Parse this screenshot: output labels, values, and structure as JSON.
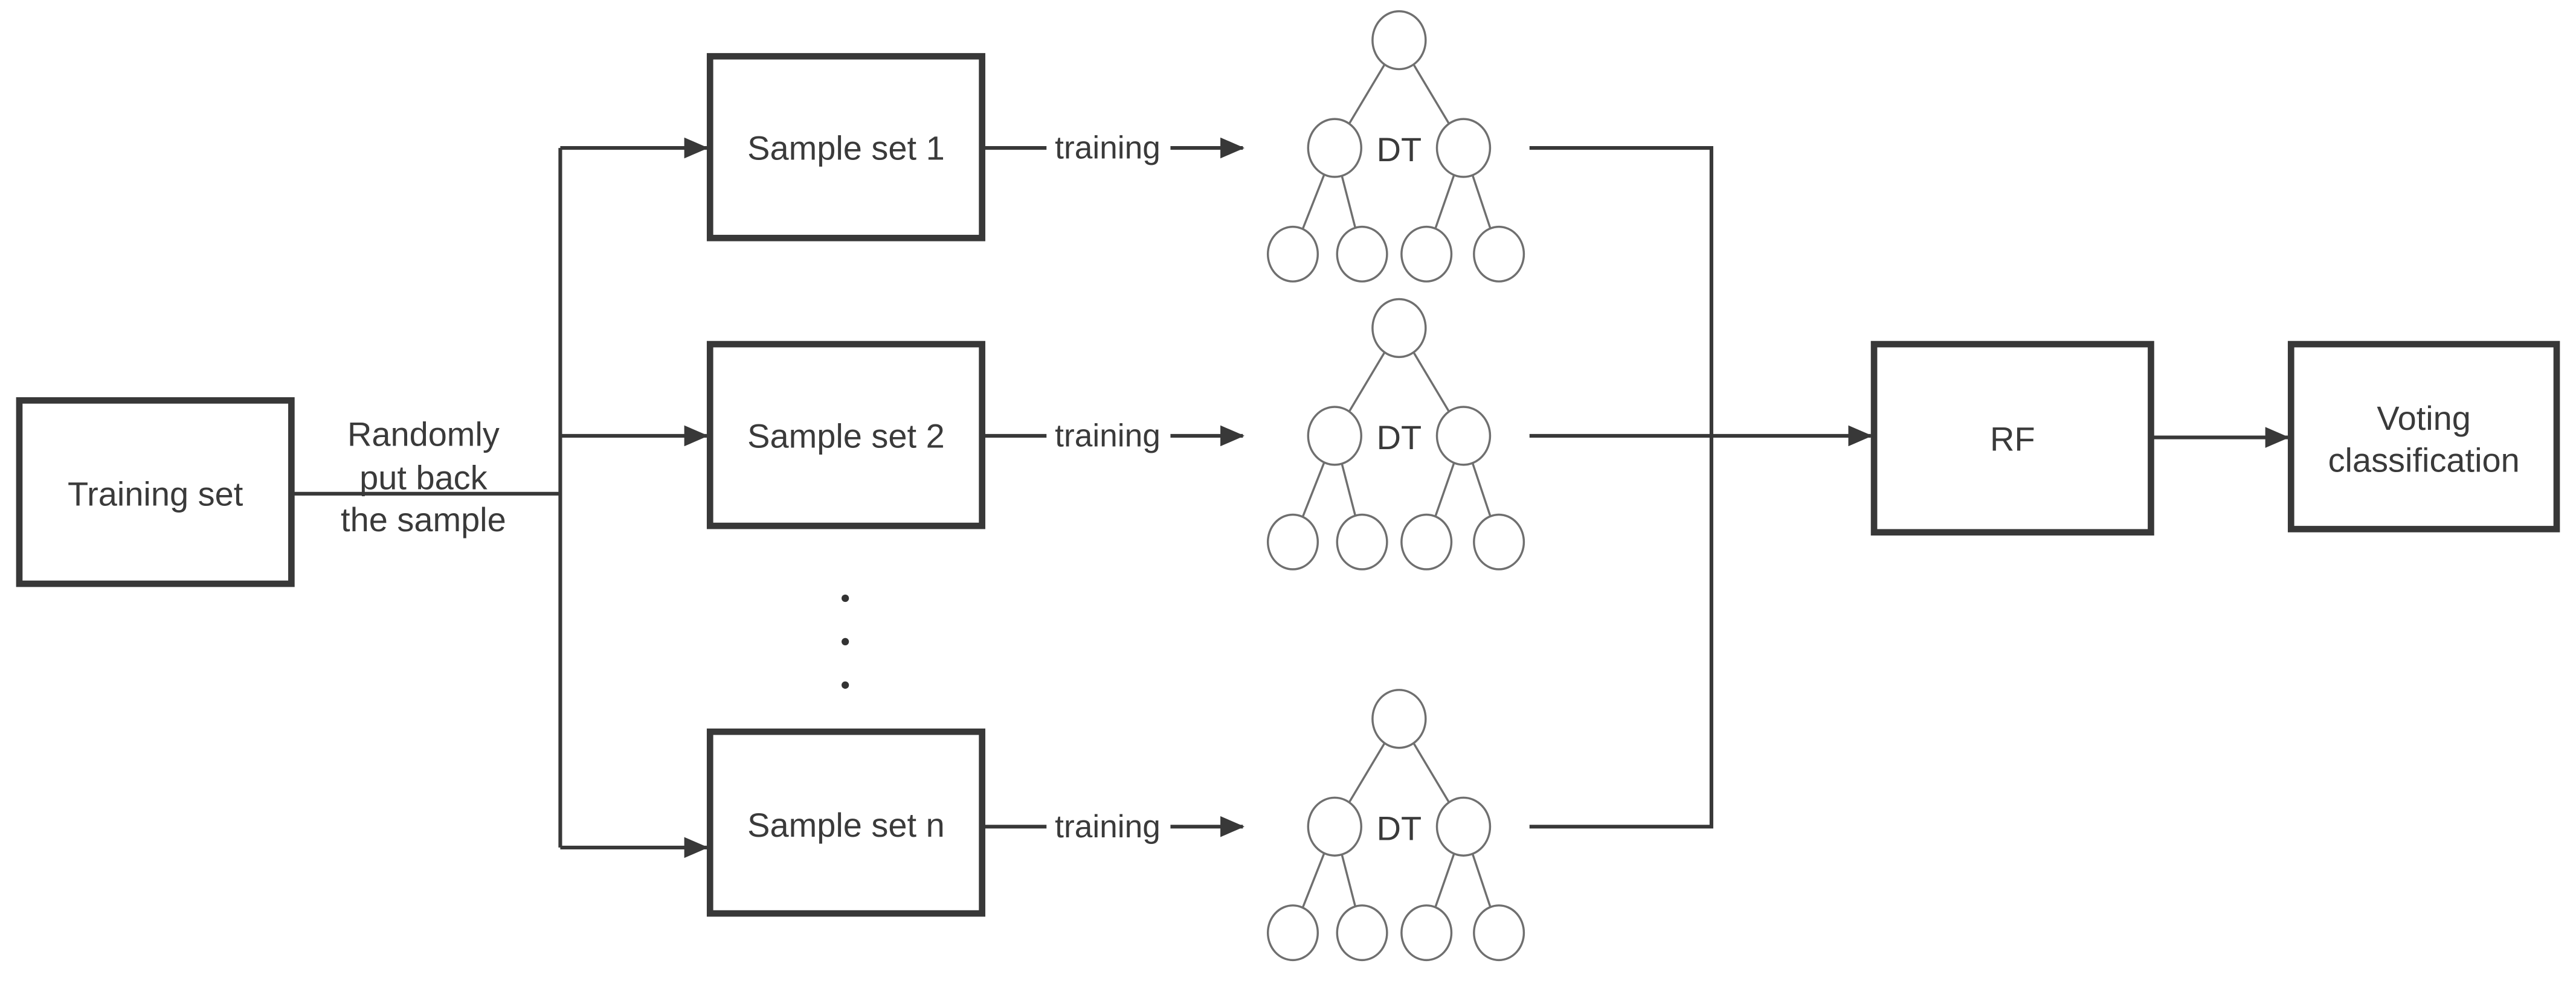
{
  "diagram": {
    "background": "#ffffff",
    "colors": {
      "ink": "#383838",
      "tree_stroke": "#6f6f6f",
      "text": "#3a3a3a"
    },
    "training_set": {
      "label": "Training set"
    },
    "branch_label": {
      "line1": "Randomly",
      "line2": "put back",
      "line3": "the sample"
    },
    "rows": [
      {
        "sample_label": "Sample set 1",
        "arrow_label": "training",
        "tree_label": "DT"
      },
      {
        "sample_label": "Sample set 2",
        "arrow_label": "training",
        "tree_label": "DT"
      },
      {
        "sample_label": "Sample set n",
        "arrow_label": "training",
        "tree_label": "DT"
      }
    ],
    "rf": {
      "label": "RF"
    },
    "voting": {
      "line1": "Voting",
      "line2": "classification"
    }
  }
}
